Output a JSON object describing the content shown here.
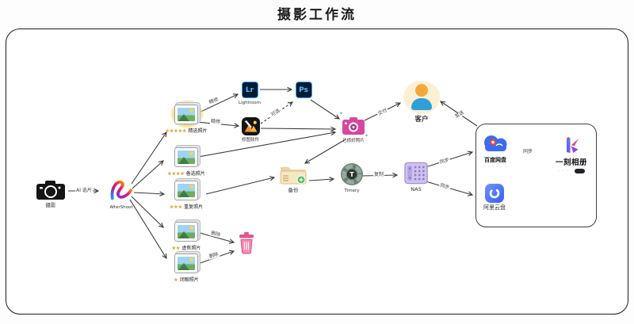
{
  "title": "摄影工作流",
  "nodes": {
    "shoot": {
      "label": "摄影"
    },
    "aftershoot": {
      "label": "AfterShoot"
    },
    "lightroom": {
      "abbr": "Lr",
      "label": "Lightroom"
    },
    "photoshop": {
      "abbr": "Ps"
    },
    "xiutu": {
      "label": "修图软件"
    },
    "edited": {
      "label": "已修好照片"
    },
    "client": {
      "label": "客户"
    },
    "backup": {
      "label": "备份"
    },
    "timery": {
      "label": "Timery"
    },
    "nas": {
      "label": "NAS"
    },
    "baidu_pan": {
      "label": "百度网盘",
      "caption": "· · · · · ·"
    },
    "yike_album": {
      "label": "一刻相册",
      "caption": "· · · ·"
    },
    "aliyun_drive": {
      "label": "阿里云盘"
    }
  },
  "photo_groups": [
    {
      "stars": "★★★★★",
      "label": "精选照片"
    },
    {
      "stars": "★★★★",
      "label": "备选照片"
    },
    {
      "stars": "★★★",
      "label": "重复照片"
    },
    {
      "stars": "★★",
      "label": "虚焦照片"
    },
    {
      "stars": "★",
      "label": "闭眼照片"
    }
  ],
  "edge_labels": {
    "ai_select": "AI 选片",
    "retouch_lr": "精修",
    "retouch_xiutu": "精修",
    "optional": "可选",
    "deliver": "交付",
    "send": "发送",
    "copy": "复制",
    "sync_baidu": "同步",
    "sync_ali": "同步",
    "sync_yike": "同步",
    "delete_defocus": "删除",
    "delete_blink": "删除"
  },
  "colors": {
    "adobe_tile_bg": "#001a33",
    "adobe_tile_accent": "#2fa3f7",
    "star_yellow": "#f2a93b",
    "pink_camera": "#d6479f",
    "client_head": "#f2a83c",
    "client_body": "#2e9fd8",
    "folder": "#f6e7c0",
    "nas_purple": "#cec2ee",
    "baidu_blue": "#3a6cf0",
    "ali_blue": "#3a5ef0"
  }
}
